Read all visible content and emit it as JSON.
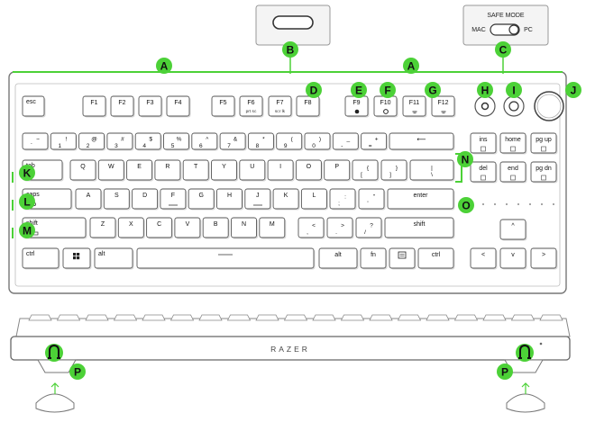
{
  "callouts": {
    "A": "A",
    "B": "B",
    "C": "C",
    "D": "D",
    "E": "E",
    "F": "F",
    "G": "G",
    "H": "H",
    "I": "I",
    "J": "J",
    "K": "K",
    "L": "L",
    "M": "M",
    "N": "N",
    "O": "O",
    "P": "P"
  },
  "safe_mode": {
    "title": "SAFE MODE",
    "left": "MAC",
    "right": "PC"
  },
  "brand": "RAZER",
  "keys": {
    "esc": "esc",
    "f1": "F1",
    "f2": "F2",
    "f3": "F3",
    "f4": "F4",
    "f5": "F5",
    "f6": "F6",
    "f6_sub": "prt sc",
    "f7": "F7",
    "f7_sub": "scr lk",
    "f8": "F8",
    "f9": "F9",
    "f10": "F10",
    "f11": "F11",
    "f12": "F12",
    "tilde_top": "~",
    "tilde_bot": "`",
    "n1_top": "!",
    "n1_bot": "1",
    "n2_top": "@",
    "n2_bot": "2",
    "n3_top": "#",
    "n3_bot": "3",
    "n4_top": "$",
    "n4_bot": "4",
    "n5_top": "%",
    "n5_bot": "5",
    "n6_top": "^",
    "n6_bot": "6",
    "n7_top": "&",
    "n7_bot": "7",
    "n8_top": "*",
    "n8_bot": "8",
    "n9_top": "(",
    "n9_bot": "9",
    "n0_top": ")",
    "n0_bot": "0",
    "minus_top": "_",
    "minus_bot": "-",
    "equal_top": "+",
    "equal_bot": "=",
    "backspace": "⟵",
    "tab": "tab",
    "q": "Q",
    "w": "W",
    "e": "E",
    "r": "R",
    "t": "T",
    "y": "Y",
    "u": "U",
    "i": "I",
    "o": "O",
    "p": "P",
    "lbr_top": "{",
    "lbr_bot": "[",
    "rbr_top": "}",
    "rbr_bot": "]",
    "bslash_top": "|",
    "bslash_bot": "\\",
    "caps": "caps",
    "a": "A",
    "s": "S",
    "d": "D",
    "f": "F",
    "g": "G",
    "h": "H",
    "j": "J",
    "k": "K",
    "l": "L",
    "semi_top": ":",
    "semi_bot": ";",
    "quote_top": "\"",
    "quote_bot": "'",
    "enter": "enter",
    "lshift": "shift",
    "z": "Z",
    "x": "X",
    "c": "C",
    "v": "V",
    "b": "B",
    "n": "N",
    "m": "M",
    "comma_top": "<",
    "comma_bot": ",",
    "period_top": ">",
    "period_bot": ".",
    "slash_top": "?",
    "slash_bot": "/",
    "rshift": "shift",
    "lctrl": "ctrl",
    "lalt": "alt",
    "ralt": "alt",
    "fn": "fn",
    "rctrl": "ctrl",
    "ins": "ins",
    "home": "home",
    "pgup": "pg up",
    "del": "del",
    "end": "end",
    "pgdn": "pg dn",
    "up": "^",
    "left": "<",
    "down": "v",
    "right": ">"
  }
}
